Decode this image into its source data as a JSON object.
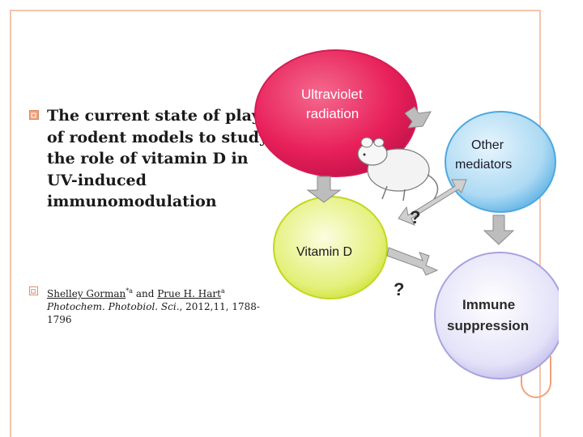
{
  "slide": {
    "main_bullet": "The current state of play of rodent models to study the role of vitamin D in UV-induced immunomodulation",
    "reference": {
      "author1": "Shelley Gorman",
      "author1_marks": "*a",
      "and_text": " and ",
      "author2": "Prue H. Hart",
      "author2_marks": "a",
      "journal": "Photochem. Photobiol. Sci.",
      "citation": ", 2012,11, 1788-1796"
    }
  },
  "diagram": {
    "nodes": [
      {
        "id": "uv",
        "line1": "Ultraviolet",
        "line2": "radiation",
        "color": "#e8205a"
      },
      {
        "id": "other",
        "line1": "Other",
        "line2": "mediators",
        "color": "#7fc3ea"
      },
      {
        "id": "vitd",
        "line1": "Vitamin D",
        "line2": "",
        "color": "#d8ec3a"
      },
      {
        "id": "immune",
        "line1": "Immune",
        "line2": "suppression",
        "color": "#b7b3e8"
      }
    ],
    "question_marks": [
      "?",
      "?"
    ]
  },
  "colors": {
    "border": "#f3c4ae",
    "accent": "#f2a07c",
    "arrow": "#bcbcbc"
  }
}
